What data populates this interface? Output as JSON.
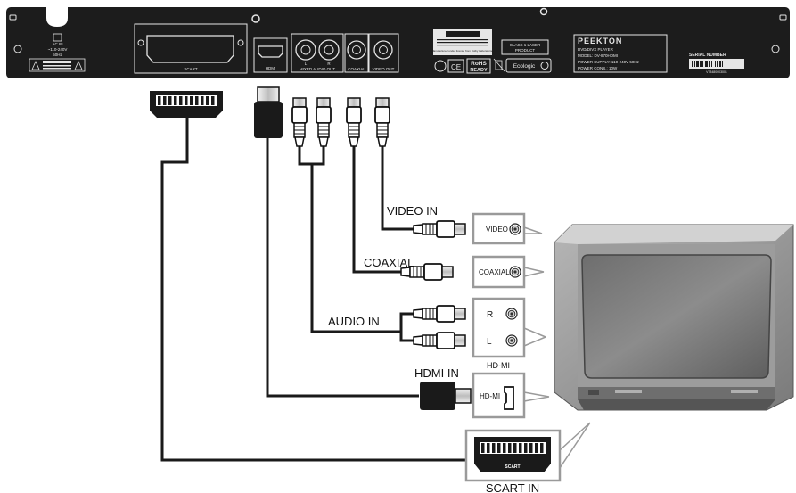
{
  "panel": {
    "ac_in": "AC IN",
    "ac_voltage": "~110-240V",
    "ac_freq": "50Hz",
    "scart_label": "SCART",
    "hdmi_label": "HDMI",
    "audio_out_label": "MIXED AUDIO OUT",
    "audio_l": "L",
    "audio_r": "R",
    "coaxial_label": "COAXIAL",
    "video_out_label": "VIDEO OUT",
    "laser_line1": "CLASS 1 LASER",
    "laser_line2": "PRODUCT",
    "rohs": "RoHS",
    "rohs_ready": "READY",
    "ecologic": "Ecologic",
    "brand": "PEEKTON",
    "model_line1": "DVD/DIVX PLAYER",
    "model_line2": "MODEL: DV-870HDMI",
    "model_line3": "POWER SUPPLY: 110-240V 50Hz",
    "model_line4": "POWER CONS.: 10W",
    "serial_label": "SERIAL NUMBER",
    "serial_value": "V73480003001",
    "dolby_text": "Manufactured under license from Dolby Laboratories"
  },
  "tv_inputs": {
    "video": "VIDEO",
    "coaxial": "COAXIAL",
    "audio_r": "R",
    "audio_l": "L",
    "hdmi": "HD-MI",
    "hdmi_above": "HD-MI",
    "scart": "SCART"
  },
  "cable_labels": {
    "video_in": "VIDEO IN",
    "coaxial": "COAXIAL",
    "audio_in": "AUDIO IN",
    "hdmi_in": "HDMI IN",
    "scart_in": "SCART IN"
  },
  "colors": {
    "panel": "#1c1c1c",
    "cable": "#1a1a1a",
    "frame": "#9a9a9a",
    "tv_body": "#8e8e8e"
  }
}
